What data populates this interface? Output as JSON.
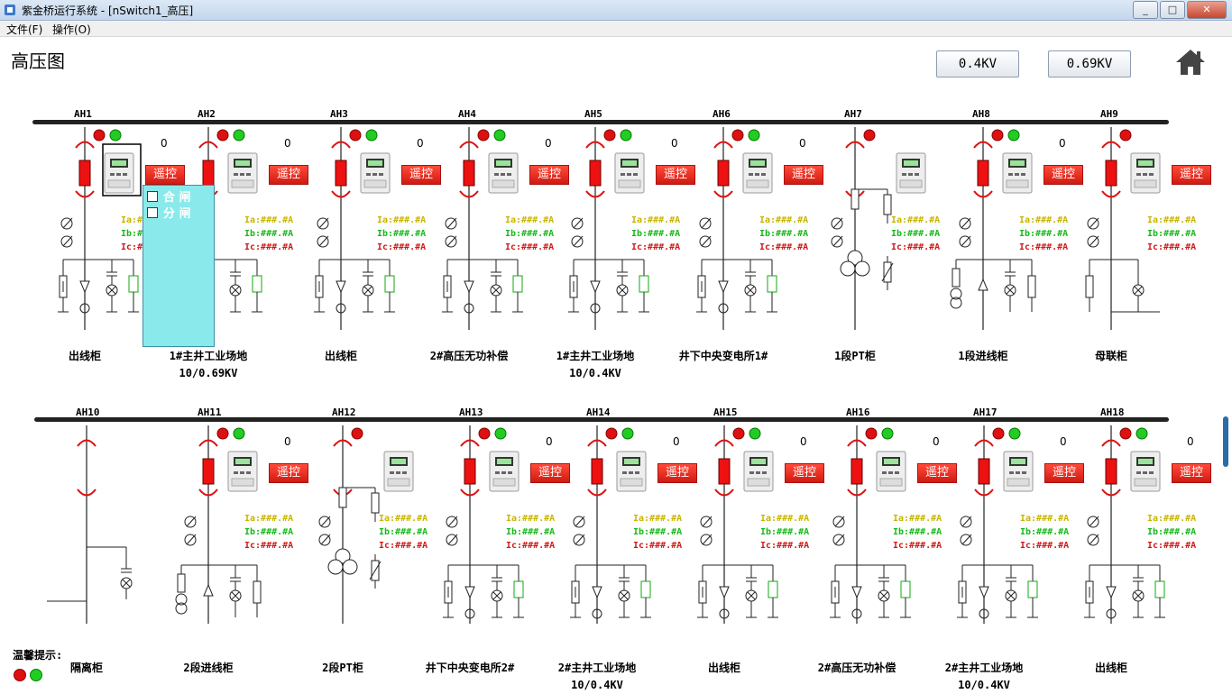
{
  "window": {
    "title": "紫金桥运行系统 - [nSwitch1_高压]",
    "btn_min": "_",
    "btn_max": "□",
    "btn_close": "✕"
  },
  "menu": {
    "file": "文件(F)",
    "operate": "操作(O)"
  },
  "page": {
    "title": "高压图"
  },
  "buttons": {
    "kv04": "0.4KV",
    "kv069": "0.69KV"
  },
  "remote_label": "遥控",
  "zero_value": "0",
  "measure": {
    "ia": "Ia:###.#A",
    "ib": "Ib:###.#A",
    "ic": "Ic:###.#A"
  },
  "popup": {
    "close": "合 闸",
    "open": "分 闸"
  },
  "tip": {
    "label": "温馨提示:"
  },
  "colors": {
    "breaker": "#ee1111",
    "status_red": "#dd1111",
    "status_green": "#22cc22",
    "popup_bg": "#8aeaeb"
  },
  "row1": [
    {
      "id": "AH1",
      "name": "出线柜",
      "sub": "",
      "type": "feeder"
    },
    {
      "id": "AH2",
      "name": "1#主井工业场地",
      "sub": "10/0.69KV",
      "type": "feeder"
    },
    {
      "id": "AH3",
      "name": "出线柜",
      "sub": "",
      "type": "feeder"
    },
    {
      "id": "AH4",
      "name": "2#高压无功补偿",
      "sub": "",
      "type": "feeder"
    },
    {
      "id": "AH5",
      "name": "1#主井工业场地",
      "sub": "10/0.4KV",
      "type": "feeder"
    },
    {
      "id": "AH6",
      "name": "井下中央变电所1#",
      "sub": "",
      "type": "feeder"
    },
    {
      "id": "AH7",
      "name": "1段PT柜",
      "sub": "",
      "type": "pt"
    },
    {
      "id": "AH8",
      "name": "1段进线柜",
      "sub": "",
      "type": "incoming"
    },
    {
      "id": "AH9",
      "name": "母联柜",
      "sub": "",
      "type": "tie"
    }
  ],
  "row2": [
    {
      "id": "AH10",
      "name": "隔离柜",
      "sub": "",
      "type": "isolator"
    },
    {
      "id": "AH11",
      "name": "2段进线柜",
      "sub": "",
      "type": "incoming"
    },
    {
      "id": "AH12",
      "name": "2段PT柜",
      "sub": "",
      "type": "pt"
    },
    {
      "id": "AH13",
      "name": "井下中央变电所2#",
      "sub": "",
      "type": "feeder"
    },
    {
      "id": "AH14",
      "name": "2#主井工业场地",
      "sub": "10/0.4KV",
      "type": "feeder"
    },
    {
      "id": "AH15",
      "name": "出线柜",
      "sub": "",
      "type": "feeder"
    },
    {
      "id": "AH16",
      "name": "2#高压无功补偿",
      "sub": "",
      "type": "feeder"
    },
    {
      "id": "AH17",
      "name": "2#主井工业场地",
      "sub": "10/0.4KV",
      "type": "feeder"
    },
    {
      "id": "AH18",
      "name": "出线柜",
      "sub": "",
      "type": "feeder"
    }
  ]
}
